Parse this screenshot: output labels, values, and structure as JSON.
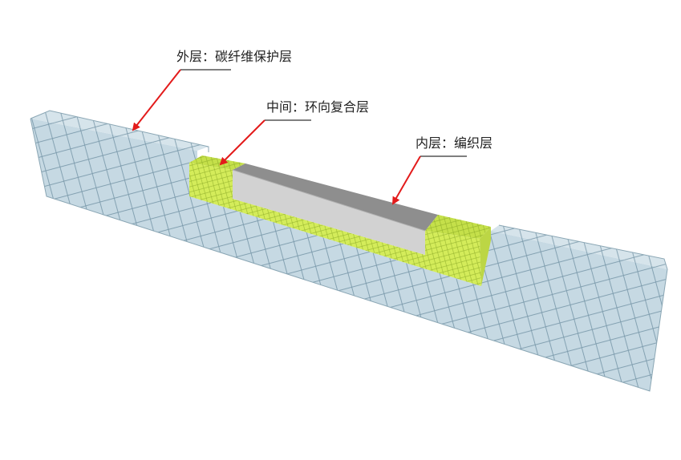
{
  "labels": {
    "outer": "外层：碳纤维保护层",
    "middle": "中间：环向复合层",
    "inner": "内层：编织层"
  },
  "colors": {
    "outer_layer": "#c4d8e2",
    "middle_layer": "#d4ec5a",
    "inner_layer": "#c2c2c2",
    "arrow": "#e31b1b",
    "hatch": "#5c8094"
  }
}
